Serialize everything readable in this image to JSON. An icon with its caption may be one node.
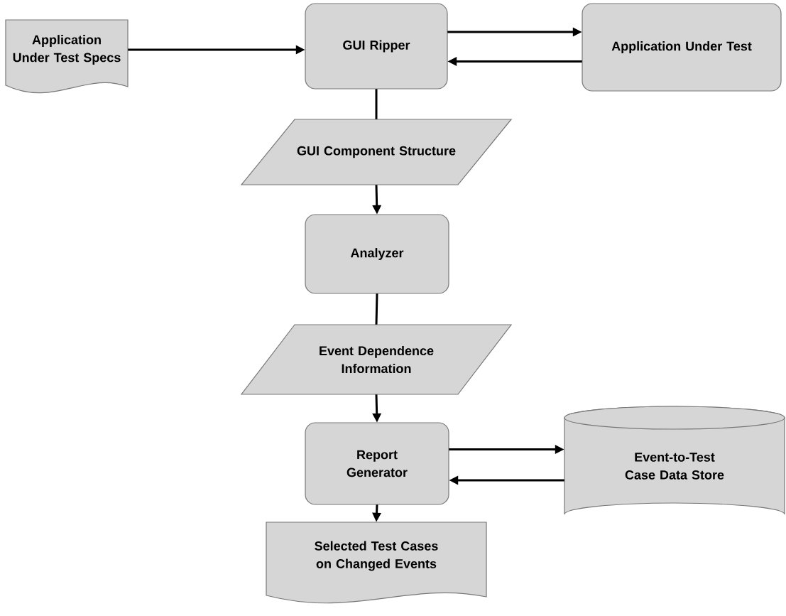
{
  "diagram": {
    "nodes": [
      {
        "text": [
          "Application Under Test Specs"
        ]
      },
      {
        "text": [
          "GUI Ripper"
        ]
      },
      {
        "text": [
          "Application Under Test"
        ]
      },
      {
        "text": [
          "GUI Component Structure"
        ]
      },
      {
        "text": [
          "Analyzer"
        ]
      },
      {
        "text": [
          "Event Dependence Information"
        ]
      },
      {
        "text": [
          "Report Generator"
        ]
      },
      {
        "text": [
          "Event-to-Test Case Data Store"
        ]
      },
      {
        "text": [
          "Selected Test Cases on Changed Events"
        ]
      }
    ],
    "edges": [
      {
        "from": 0,
        "to": 1,
        "arrow": "to"
      },
      {
        "from": 1,
        "to": 2,
        "arrow": "to"
      },
      {
        "from": 2,
        "to": 1,
        "arrow": "to"
      },
      {
        "from": 1,
        "to": 3,
        "arrow": "none"
      },
      {
        "from": 3,
        "to": 4,
        "arrow": "to"
      },
      {
        "from": 4,
        "to": 5,
        "arrow": "none"
      },
      {
        "from": 5,
        "to": 6,
        "arrow": "to"
      },
      {
        "from": 6,
        "to": 7,
        "arrow": "to"
      },
      {
        "from": 7,
        "to": 6,
        "arrow": "to"
      },
      {
        "from": 6,
        "to": 8,
        "arrow": "to"
      }
    ]
  }
}
